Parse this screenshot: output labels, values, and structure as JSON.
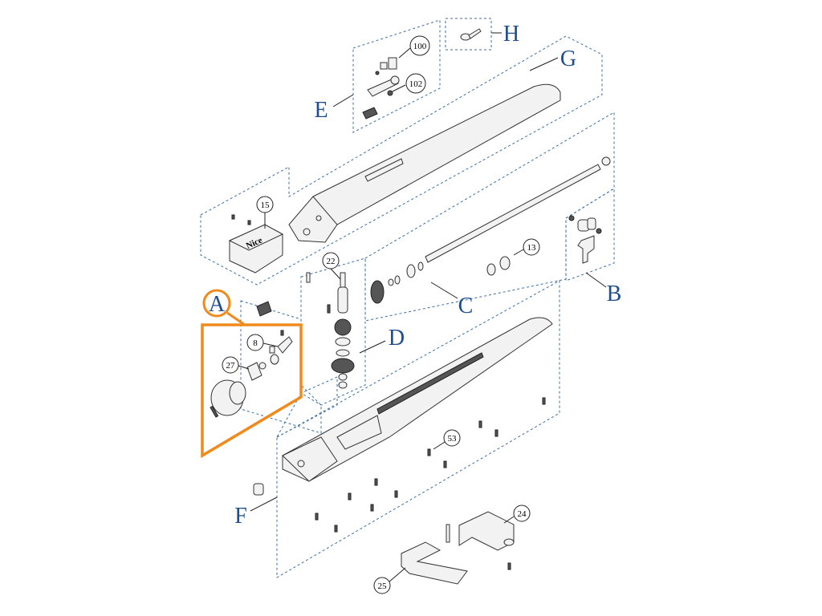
{
  "diagram": {
    "colors": {
      "group_outline": "#3a6ea5",
      "highlight": "#f08a1c",
      "letter": "#1f4e8c",
      "line": "#222222"
    },
    "groups": [
      {
        "id": "A",
        "label": "A",
        "highlighted": true
      },
      {
        "id": "B",
        "label": "B",
        "highlighted": false
      },
      {
        "id": "C",
        "label": "C",
        "highlighted": false
      },
      {
        "id": "D",
        "label": "D",
        "highlighted": false
      },
      {
        "id": "E",
        "label": "E",
        "highlighted": false
      },
      {
        "id": "F",
        "label": "F",
        "highlighted": false
      },
      {
        "id": "G",
        "label": "G",
        "highlighted": false
      },
      {
        "id": "H",
        "label": "H",
        "highlighted": false
      }
    ],
    "part_numbers": [
      "100",
      "102",
      "15",
      "22",
      "13",
      "8",
      "27",
      "53",
      "24",
      "25"
    ],
    "cover_brand": "Nice"
  }
}
